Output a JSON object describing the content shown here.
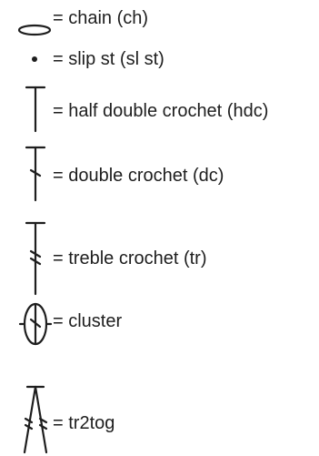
{
  "legend": {
    "items": [
      {
        "symbol": "chain-symbol",
        "label": "= chain (ch)"
      },
      {
        "symbol": "slip-stitch-symbol",
        "label": "= slip st (sl st)"
      },
      {
        "symbol": "half-double-crochet-symbol",
        "label": "= half double crochet (hdc)"
      },
      {
        "symbol": "double-crochet-symbol",
        "label": "= double crochet (dc)"
      },
      {
        "symbol": "treble-crochet-symbol",
        "label": "= treble crochet (tr)"
      },
      {
        "symbol": "cluster-symbol",
        "label": "= cluster"
      },
      {
        "symbol": "tr2tog-symbol",
        "label": "= tr2tog"
      }
    ]
  }
}
